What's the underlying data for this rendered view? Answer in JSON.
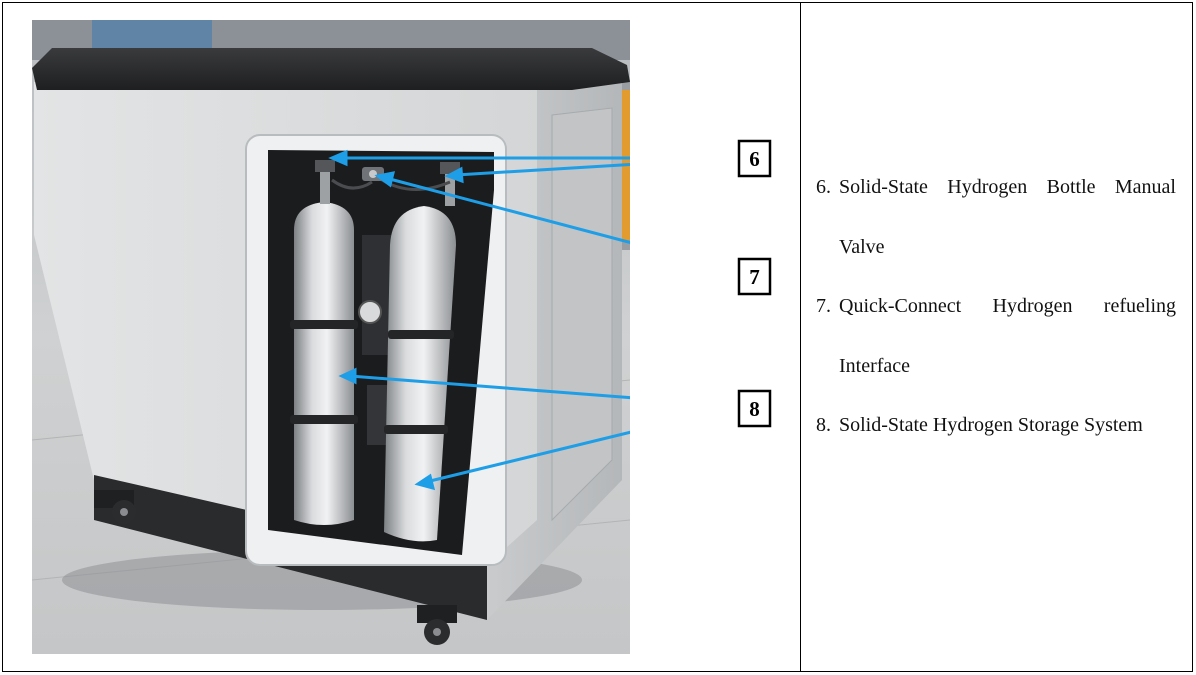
{
  "figure": {
    "callouts": [
      "6",
      "7",
      "8"
    ]
  },
  "legend": {
    "items": [
      {
        "number": "6.",
        "text": "Solid-State Hydrogen Bottle Manual Valve"
      },
      {
        "number": "7.",
        "text": "Quick-Connect Hydrogen refueling Interface"
      },
      {
        "number": "8.",
        "text": "Solid-State Hydrogen Storage System"
      }
    ]
  }
}
